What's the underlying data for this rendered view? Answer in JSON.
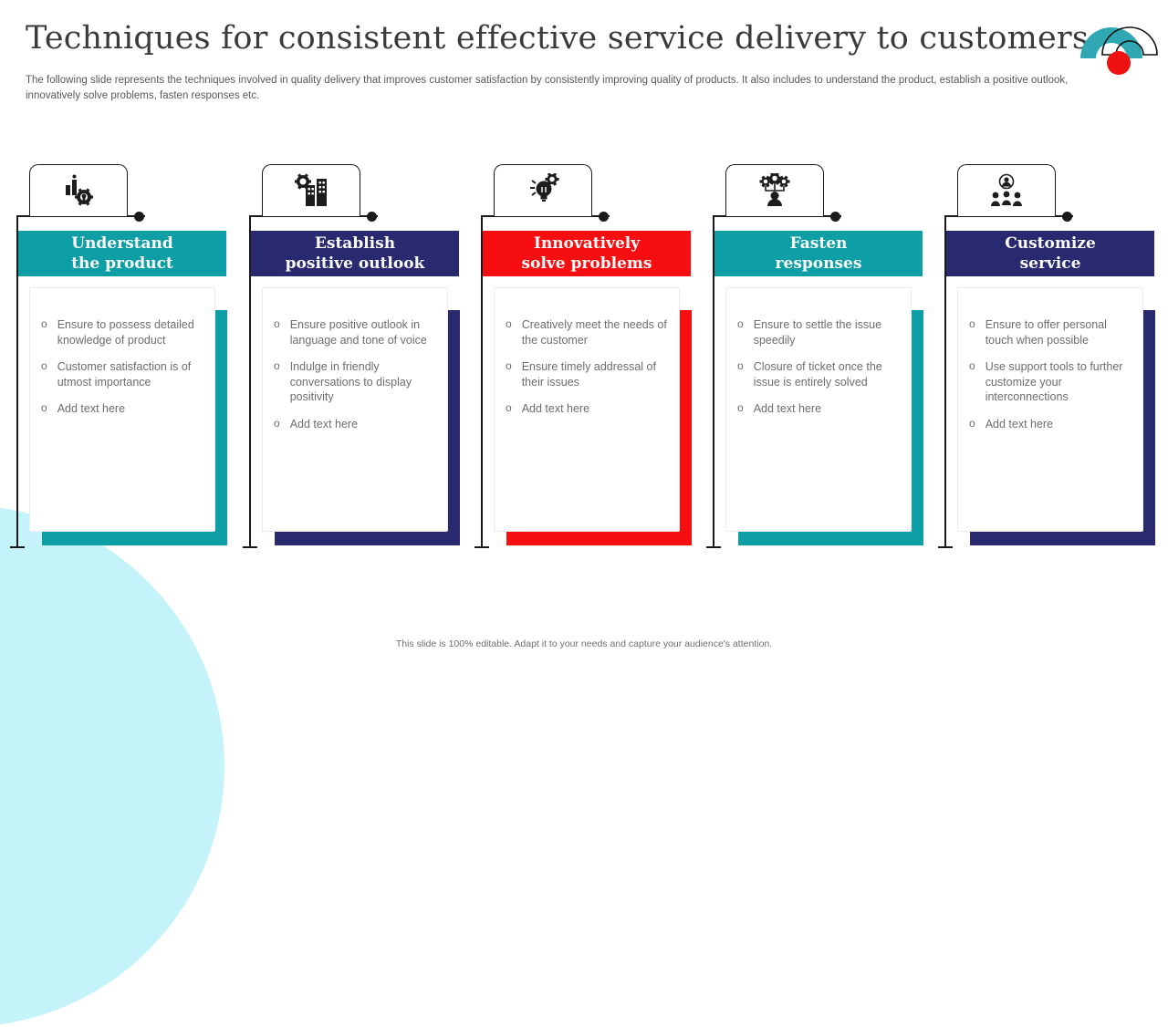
{
  "slide": {
    "title": "Techniques for consistent effective service delivery to customers",
    "subtitle": "The following slide represents the techniques involved in quality delivery that improves customer satisfaction by consistently improving quality of products. It also includes to understand the product, establish a positive outlook, innovatively solve problems, fasten responses etc.",
    "footer": "This slide is 100% editable. Adapt it to your needs and capture your audience's attention."
  },
  "bullet_marker": "o",
  "logo_icon": "double-arch-logo",
  "colors": {
    "teal": "#0d9ea6",
    "navy": "#28296e",
    "red": "#f60e10",
    "light_cyan": "#c5f3fa",
    "line_black": "#1a1a1a",
    "body_gray": "#6d6d6d"
  },
  "columns": [
    {
      "id": "understand-the-product",
      "icon": "bar-chart-gear-icon",
      "accent": "#0d9ea6",
      "title_line1": "Understand",
      "title_line2": "the product",
      "bullets": [
        "Ensure to possess detailed knowledge of product",
        "Customer satisfaction is of utmost importance",
        "Add text here"
      ]
    },
    {
      "id": "establish-positive-outlook",
      "icon": "building-gear-icon",
      "accent": "#28296e",
      "title_line1": "Establish",
      "title_line2": "positive outlook",
      "bullets": [
        "Ensure positive outlook in language and tone of voice",
        "Indulge in friendly conversations to display positivity",
        "Add text here"
      ]
    },
    {
      "id": "innovatively-solve-problems",
      "icon": "bulb-gear-icon",
      "accent": "#f60e10",
      "title_line1": "Innovatively",
      "title_line2": "solve problems",
      "bullets": [
        "Creatively meet the needs of the customer",
        "Ensure timely addressal of their issues",
        "Add text here"
      ]
    },
    {
      "id": "fasten-responses",
      "icon": "person-gears-icon",
      "accent": "#0d9ea6",
      "title_line1": "Fasten",
      "title_line2": "responses",
      "bullets": [
        "Ensure to settle the issue speedily",
        "Closure of ticket once the issue is entirely solved",
        "Add text here"
      ]
    },
    {
      "id": "customize-service",
      "icon": "team-icon",
      "accent": "#28296e",
      "title_line1": "Customize",
      "title_line2": "service",
      "bullets": [
        "Ensure to offer personal touch when possible",
        "Use support tools to further customize your interconnections",
        "Add text here"
      ]
    }
  ]
}
